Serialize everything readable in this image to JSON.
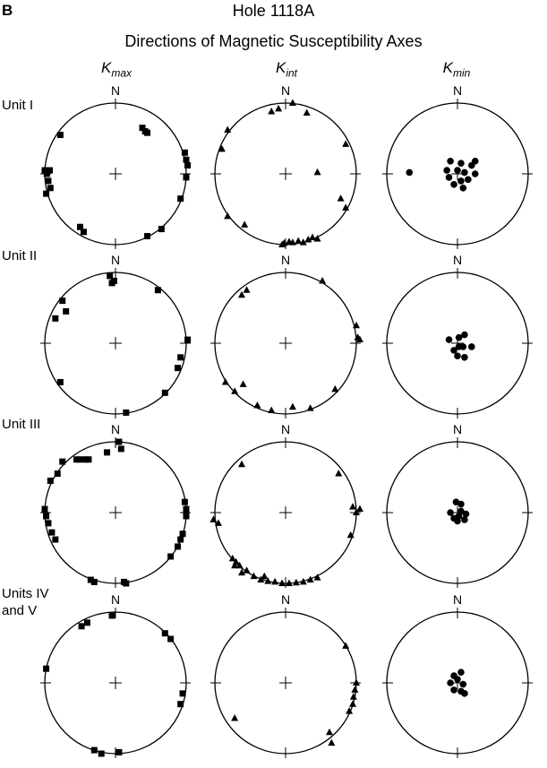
{
  "panel_letter": "B",
  "title": "Hole 1118A",
  "subtitle": "Directions of Magnetic Susceptibility Axes",
  "north_label": "N",
  "columns": [
    {
      "key": "kmax",
      "symbol": "K",
      "sub": "max",
      "marker": "square"
    },
    {
      "key": "kint",
      "symbol": "K",
      "sub": "int",
      "marker": "triangle"
    },
    {
      "key": "kmin",
      "symbol": "K",
      "sub": "min",
      "marker": "circle"
    }
  ],
  "rows": [
    {
      "label": "Unit I"
    },
    {
      "label": "Unit II"
    },
    {
      "label": "Unit III"
    },
    {
      "label": "Units IV\nand V"
    }
  ],
  "chart_data": {
    "type": "scatter",
    "description_type": "stereonet",
    "plots": [
      {
        "unit": "Unit I",
        "axis": "kmax",
        "marker": "square",
        "points": [
          [
            -0.78,
            0.55
          ],
          [
            0.38,
            0.65
          ],
          [
            0.42,
            0.6
          ],
          [
            0.45,
            0.58
          ],
          [
            0.98,
            0.3
          ],
          [
            1.0,
            0.2
          ],
          [
            1.02,
            0.12
          ],
          [
            1.0,
            -0.05
          ],
          [
            -1.0,
            0.05
          ],
          [
            -0.97,
            0.0
          ],
          [
            -0.93,
            0.05
          ],
          [
            -0.95,
            -0.1
          ],
          [
            -0.92,
            -0.2
          ],
          [
            -0.98,
            -0.28
          ],
          [
            0.92,
            -0.35
          ],
          [
            -0.5,
            -0.75
          ],
          [
            -0.45,
            -0.82
          ],
          [
            0.65,
            -0.78
          ],
          [
            0.45,
            -0.88
          ]
        ]
      },
      {
        "unit": "Unit I",
        "axis": "kint",
        "marker": "triangle",
        "points": [
          [
            0.1,
            1.0
          ],
          [
            -0.1,
            0.92
          ],
          [
            -0.2,
            0.88
          ],
          [
            0.3,
            0.86
          ],
          [
            -0.82,
            0.62
          ],
          [
            -0.9,
            0.35
          ],
          [
            0.85,
            0.42
          ],
          [
            0.45,
            0.02
          ],
          [
            0.78,
            -0.35
          ],
          [
            0.85,
            -0.48
          ],
          [
            -0.82,
            -0.6
          ],
          [
            -0.58,
            -0.72
          ],
          [
            -0.02,
            -0.98
          ],
          [
            0.05,
            -0.96
          ],
          [
            0.1,
            -0.97
          ],
          [
            0.18,
            -0.95
          ],
          [
            0.25,
            -0.97
          ],
          [
            0.32,
            -0.93
          ],
          [
            0.38,
            -0.9
          ],
          [
            0.45,
            -0.92
          ],
          [
            -0.05,
            -1.0
          ]
        ]
      },
      {
        "unit": "Unit I",
        "axis": "kmin",
        "marker": "circle",
        "points": [
          [
            -0.68,
            0.02
          ],
          [
            -0.1,
            0.18
          ],
          [
            0.05,
            0.15
          ],
          [
            0.2,
            0.12
          ],
          [
            0.25,
            0.18
          ],
          [
            -0.15,
            0.05
          ],
          [
            0.0,
            0.05
          ],
          [
            0.1,
            0.02
          ],
          [
            0.25,
            0.0
          ],
          [
            -0.12,
            -0.05
          ],
          [
            0.05,
            -0.1
          ],
          [
            0.15,
            -0.08
          ],
          [
            -0.05,
            -0.15
          ],
          [
            0.08,
            -0.2
          ]
        ]
      },
      {
        "unit": "Unit II",
        "axis": "kmax",
        "marker": "square",
        "points": [
          [
            -0.08,
            0.95
          ],
          [
            -0.05,
            0.85
          ],
          [
            -0.02,
            0.88
          ],
          [
            0.6,
            0.75
          ],
          [
            -0.75,
            0.6
          ],
          [
            -0.7,
            0.45
          ],
          [
            -0.85,
            0.35
          ],
          [
            1.02,
            0.05
          ],
          [
            0.92,
            -0.2
          ],
          [
            0.88,
            -0.35
          ],
          [
            -0.78,
            -0.55
          ],
          [
            0.7,
            -0.7
          ],
          [
            0.15,
            -0.98
          ]
        ]
      },
      {
        "unit": "Unit II",
        "axis": "kint",
        "marker": "triangle",
        "points": [
          [
            0.52,
            0.88
          ],
          [
            -0.55,
            0.75
          ],
          [
            -0.62,
            0.68
          ],
          [
            1.0,
            0.25
          ],
          [
            1.02,
            0.08
          ],
          [
            1.05,
            0.05
          ],
          [
            -0.85,
            -0.55
          ],
          [
            -0.72,
            -0.68
          ],
          [
            -0.6,
            -0.58
          ],
          [
            0.7,
            -0.65
          ],
          [
            -0.4,
            -0.88
          ],
          [
            -0.2,
            -0.95
          ],
          [
            0.1,
            -0.9
          ],
          [
            0.35,
            -0.92
          ]
        ]
      },
      {
        "unit": "Unit II",
        "axis": "kmin",
        "marker": "circle",
        "points": [
          [
            -0.12,
            0.05
          ],
          [
            0.02,
            0.08
          ],
          [
            0.1,
            0.12
          ],
          [
            0.2,
            -0.05
          ],
          [
            0.02,
            -0.05
          ],
          [
            -0.05,
            -0.1
          ],
          [
            0.0,
            -0.18
          ],
          [
            0.1,
            -0.2
          ],
          [
            0.08,
            -0.05
          ]
        ]
      },
      {
        "unit": "Unit III",
        "axis": "kmax",
        "marker": "square",
        "points": [
          [
            -0.75,
            0.72
          ],
          [
            -0.55,
            0.75
          ],
          [
            -0.5,
            0.75
          ],
          [
            -0.42,
            0.75
          ],
          [
            -0.38,
            0.75
          ],
          [
            0.05,
            1.0
          ],
          [
            0.08,
            0.9
          ],
          [
            -0.12,
            0.85
          ],
          [
            -0.82,
            0.55
          ],
          [
            -0.92,
            0.45
          ],
          [
            -1.0,
            0.05
          ],
          [
            -0.98,
            -0.05
          ],
          [
            -0.95,
            -0.15
          ],
          [
            -0.9,
            -0.28
          ],
          [
            -0.85,
            -0.38
          ],
          [
            0.98,
            0.15
          ],
          [
            1.0,
            0.05
          ],
          [
            1.0,
            -0.05
          ],
          [
            0.95,
            -0.3
          ],
          [
            0.92,
            -0.38
          ],
          [
            0.88,
            -0.48
          ],
          [
            0.78,
            -0.62
          ],
          [
            -0.35,
            -0.95
          ],
          [
            -0.3,
            -0.98
          ],
          [
            0.12,
            -0.98
          ],
          [
            0.15,
            -1.0
          ]
        ]
      },
      {
        "unit": "Unit III",
        "axis": "kint",
        "marker": "triangle",
        "points": [
          [
            -0.62,
            0.68
          ],
          [
            0.75,
            0.55
          ],
          [
            0.95,
            0.08
          ],
          [
            1.0,
            0.0
          ],
          [
            1.05,
            0.05
          ],
          [
            0.92,
            -0.32
          ],
          [
            -1.02,
            -0.1
          ],
          [
            -0.95,
            -0.15
          ],
          [
            -0.75,
            -0.65
          ],
          [
            -0.7,
            -0.7
          ],
          [
            -0.65,
            -0.75
          ],
          [
            -0.55,
            -0.82
          ],
          [
            -0.45,
            -0.9
          ],
          [
            -0.35,
            -0.95
          ],
          [
            -0.25,
            -0.97
          ],
          [
            -0.15,
            -0.98
          ],
          [
            -0.05,
            -1.0
          ],
          [
            0.05,
            -1.0
          ],
          [
            0.15,
            -0.99
          ],
          [
            0.25,
            -0.98
          ],
          [
            0.35,
            -0.95
          ],
          [
            0.45,
            -0.92
          ],
          [
            -0.72,
            -0.75
          ],
          [
            -0.62,
            -0.85
          ],
          [
            -0.3,
            -0.9
          ]
        ]
      },
      {
        "unit": "Unit III",
        "axis": "kmin",
        "marker": "circle",
        "points": [
          [
            -0.02,
            0.15
          ],
          [
            0.05,
            0.12
          ],
          [
            -0.1,
            0.0
          ],
          [
            0.05,
            0.02
          ],
          [
            0.12,
            -0.02
          ],
          [
            -0.05,
            -0.08
          ],
          [
            0.0,
            -0.12
          ],
          [
            0.1,
            -0.1
          ],
          [
            0.02,
            -0.05
          ]
        ]
      },
      {
        "unit": "Units IV and V",
        "axis": "kmax",
        "marker": "square",
        "points": [
          [
            -0.48,
            0.8
          ],
          [
            -0.4,
            0.85
          ],
          [
            -0.05,
            0.95
          ],
          [
            0.7,
            0.7
          ],
          [
            0.78,
            0.62
          ],
          [
            -0.98,
            0.2
          ],
          [
            0.95,
            -0.15
          ],
          [
            0.92,
            -0.3
          ],
          [
            -0.3,
            -0.95
          ],
          [
            -0.2,
            -1.0
          ],
          [
            0.05,
            -0.98
          ]
        ]
      },
      {
        "unit": "Units IV and V",
        "axis": "kint",
        "marker": "triangle",
        "points": [
          [
            0.85,
            0.52
          ],
          [
            1.0,
            0.0
          ],
          [
            0.98,
            -0.1
          ],
          [
            0.96,
            -0.2
          ],
          [
            0.95,
            -0.3
          ],
          [
            0.9,
            -0.4
          ],
          [
            0.62,
            -0.7
          ],
          [
            0.65,
            -0.85
          ],
          [
            -0.72,
            -0.5
          ]
        ]
      },
      {
        "unit": "Units IV and V",
        "axis": "kmin",
        "marker": "circle",
        "points": [
          [
            -0.05,
            0.1
          ],
          [
            0.05,
            0.15
          ],
          [
            0.0,
            0.05
          ],
          [
            -0.1,
            0.0
          ],
          [
            0.08,
            -0.02
          ],
          [
            -0.05,
            -0.1
          ],
          [
            0.05,
            -0.12
          ],
          [
            0.1,
            -0.15
          ]
        ]
      }
    ]
  }
}
